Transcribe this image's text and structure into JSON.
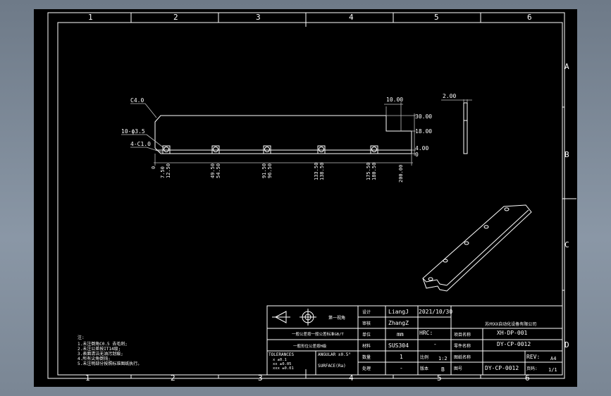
{
  "frame": {
    "columns": [
      "1",
      "2",
      "3",
      "4",
      "5",
      "6"
    ],
    "rows": [
      "A",
      "B",
      "C",
      "D"
    ]
  },
  "drawing": {
    "chamfer_note": "C4.0",
    "hole_note": "10-ϕ3.5",
    "slot_note": "4-C1.0",
    "top_dim": "10.00",
    "right_dims": [
      "30.00",
      "18.00",
      "4.00",
      "0"
    ],
    "bottom_origin": "0",
    "bottom_dims": [
      "7.50",
      "12.50",
      "49.50",
      "54.50",
      "91.50",
      "96.50",
      "133.50",
      "138.50",
      "175.50",
      "180.50",
      "200.00"
    ],
    "side_dim": "2.00"
  },
  "notes": {
    "title": "注:",
    "lines": [
      "1.未注倒角C0.5 去毛刺;",
      "2.未注公差按IT14级;",
      "3.表面清洁无油污划痕;",
      "4.所有尖角倒钝;",
      "5.未注明部分按照标准图纸执行。"
    ]
  },
  "title_block": {
    "projection": "第一视角",
    "spec1": "一般公差按一般公差标准GB/T",
    "spec2": "一般形位公差按H级",
    "tolerances_title": "TOLERANCES",
    "tol_lines": [
      "x    ±0.1",
      "xx   ±0.05",
      "xxx  ±0.01"
    ],
    "angular": "ANGULAR ±0.5°",
    "surface": "SURFACE(Ra)",
    "designer_label": "设计",
    "designer": "LiangJ",
    "date": "2021/10/30",
    "checker_label": "审核",
    "checker": "ZhangZ",
    "unit_label": "单位",
    "unit": "mm",
    "material_label": "材料",
    "material": "SUS304",
    "qty_label": "数量",
    "qty": "1",
    "treat_label": "处理",
    "treat": "-",
    "hrc": "HRC:",
    "hrc_val": "-",
    "scale_label": "比例",
    "scale": "1:2",
    "version_label": "版本",
    "version": "B",
    "company": "苏州XX自动化设备有限公司",
    "project_label": "项目名称",
    "project": "XH-DP-001",
    "part_name_label": "零件名称",
    "part_name": "DY-CP-0012",
    "drawing_label": "图纸名称",
    "drawing_no_label": "图号",
    "drawing_no": "DY-CP-0012",
    "rev_label": "REV:",
    "size": "A4",
    "sheet_label": "页码:",
    "sheet": "1/1"
  }
}
